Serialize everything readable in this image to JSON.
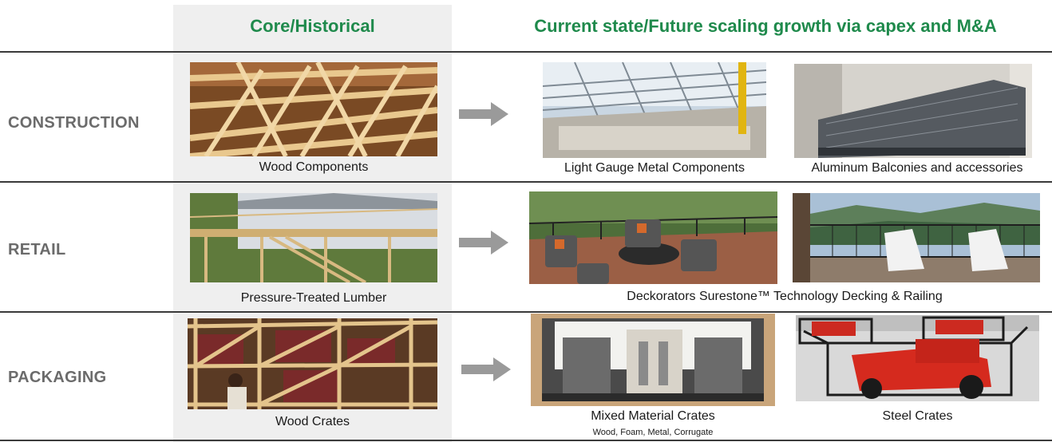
{
  "headers": {
    "core": "Core/Historical",
    "future": "Current state/Future scaling growth via capex and M&A"
  },
  "rows": {
    "construction": {
      "label": "CONSTRUCTION",
      "core_caption": "Wood Components",
      "future1_caption": "Light Gauge Metal Components",
      "future2_caption": "Aluminum Balconies and accessories"
    },
    "retail": {
      "label": "RETAIL",
      "core_caption": "Pressure-Treated Lumber",
      "future_caption": "Deckorators Surestone™ Technology Decking & Railing"
    },
    "packaging": {
      "label": "PACKAGING",
      "core_caption": "Wood Crates",
      "future1_caption": "Mixed Material Crates",
      "future1_subcaption": "Wood, Foam, Metal, Corrugate",
      "future2_caption": "Steel Crates"
    }
  },
  "colors": {
    "header_green": "#1f8a4c",
    "row_label_gray": "#6b6b6b",
    "arrow_gray": "#9a9a9a"
  },
  "icons": [
    "arrow-right-icon"
  ]
}
